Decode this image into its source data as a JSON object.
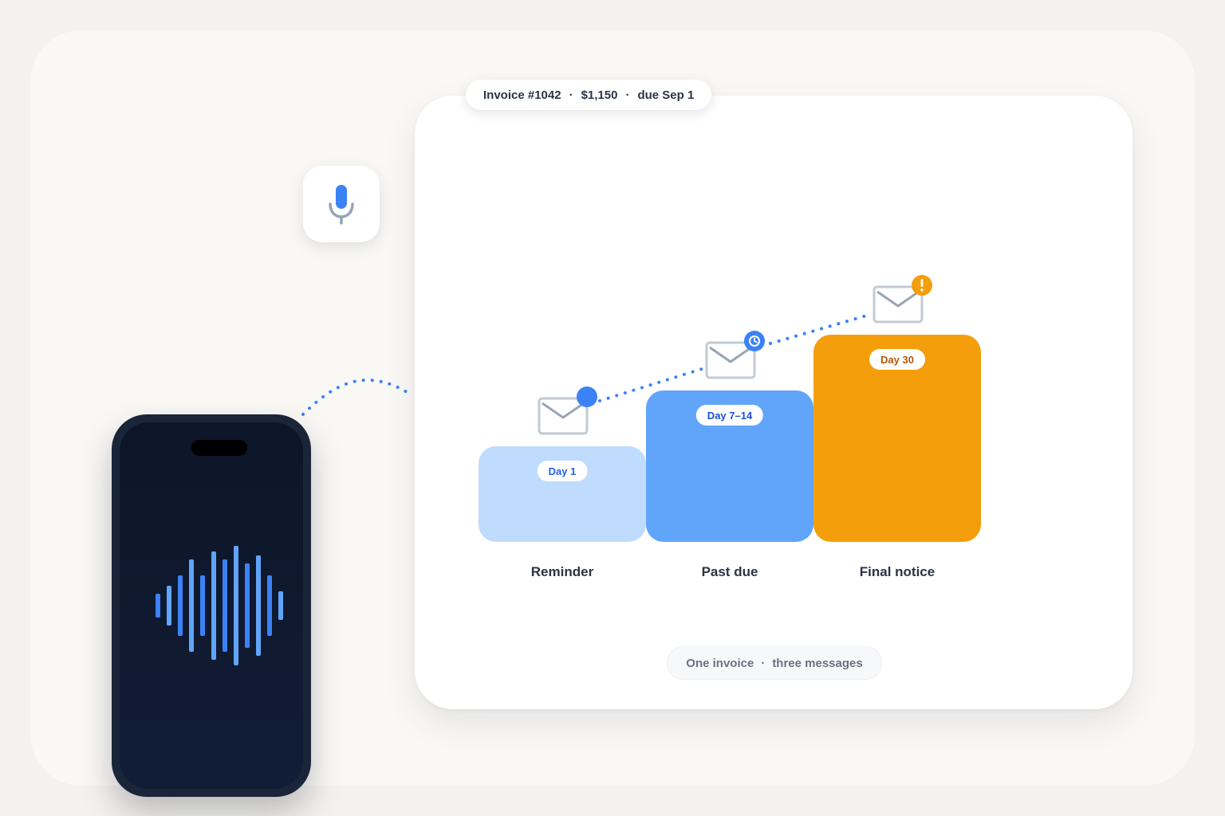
{
  "invoice": {
    "number": "Invoice #1042",
    "amount": "$1,150",
    "due": "due Sep 1",
    "separator": "·"
  },
  "stages": [
    {
      "name": "Reminder",
      "day_label": "Day 1",
      "level": 1,
      "color": "#bfdbfe",
      "label_color": "#2563eb",
      "badge": "dot",
      "badge_color": "#3b82f6"
    },
    {
      "name": "Past due",
      "day_label": "Day 7–14",
      "level": 2,
      "color": "#60a5fa",
      "label_color": "#1d4ed8",
      "badge": "clock-icon",
      "badge_color": "#3b82f6"
    },
    {
      "name": "Final notice",
      "day_label": "Day 30",
      "level": 3,
      "color": "#f59e0b",
      "label_color": "#b45309",
      "badge": "exclamation-icon",
      "badge_color": "#f59e0b"
    }
  ],
  "footer": {
    "left": "One invoice",
    "separator": "·",
    "right": "three messages"
  },
  "icons": {
    "microphone": "microphone-icon",
    "envelope": "envelope-icon",
    "waveform": "voice-waveform"
  },
  "colors": {
    "accent_blue": "#3b82f6",
    "accent_orange": "#f59e0b",
    "phone_body": "#1a2539",
    "text_dark": "#2b3445"
  }
}
